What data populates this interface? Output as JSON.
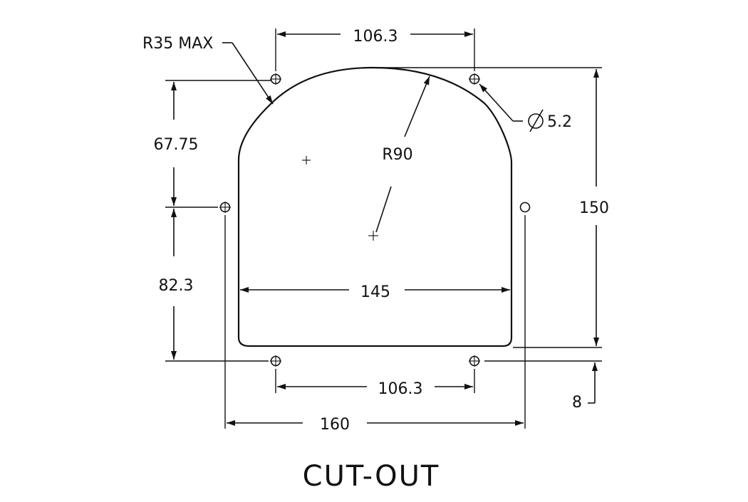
{
  "drawing": {
    "title": "CUT-OUT",
    "dims": {
      "top_hole_spacing": "106.3",
      "bottom_hole_spacing": "106.3",
      "cutout_width": "145",
      "outer_hole_spacing": "160",
      "overall_height": "150",
      "upper_vertical": "67.75",
      "lower_vertical": "82.3",
      "bottom_offset": "8",
      "hole_diameter": "5.2",
      "arc_radius": "R90",
      "corner_radius": "R35 MAX"
    },
    "colors": {
      "line": "#111111",
      "background": "#ffffff"
    }
  }
}
